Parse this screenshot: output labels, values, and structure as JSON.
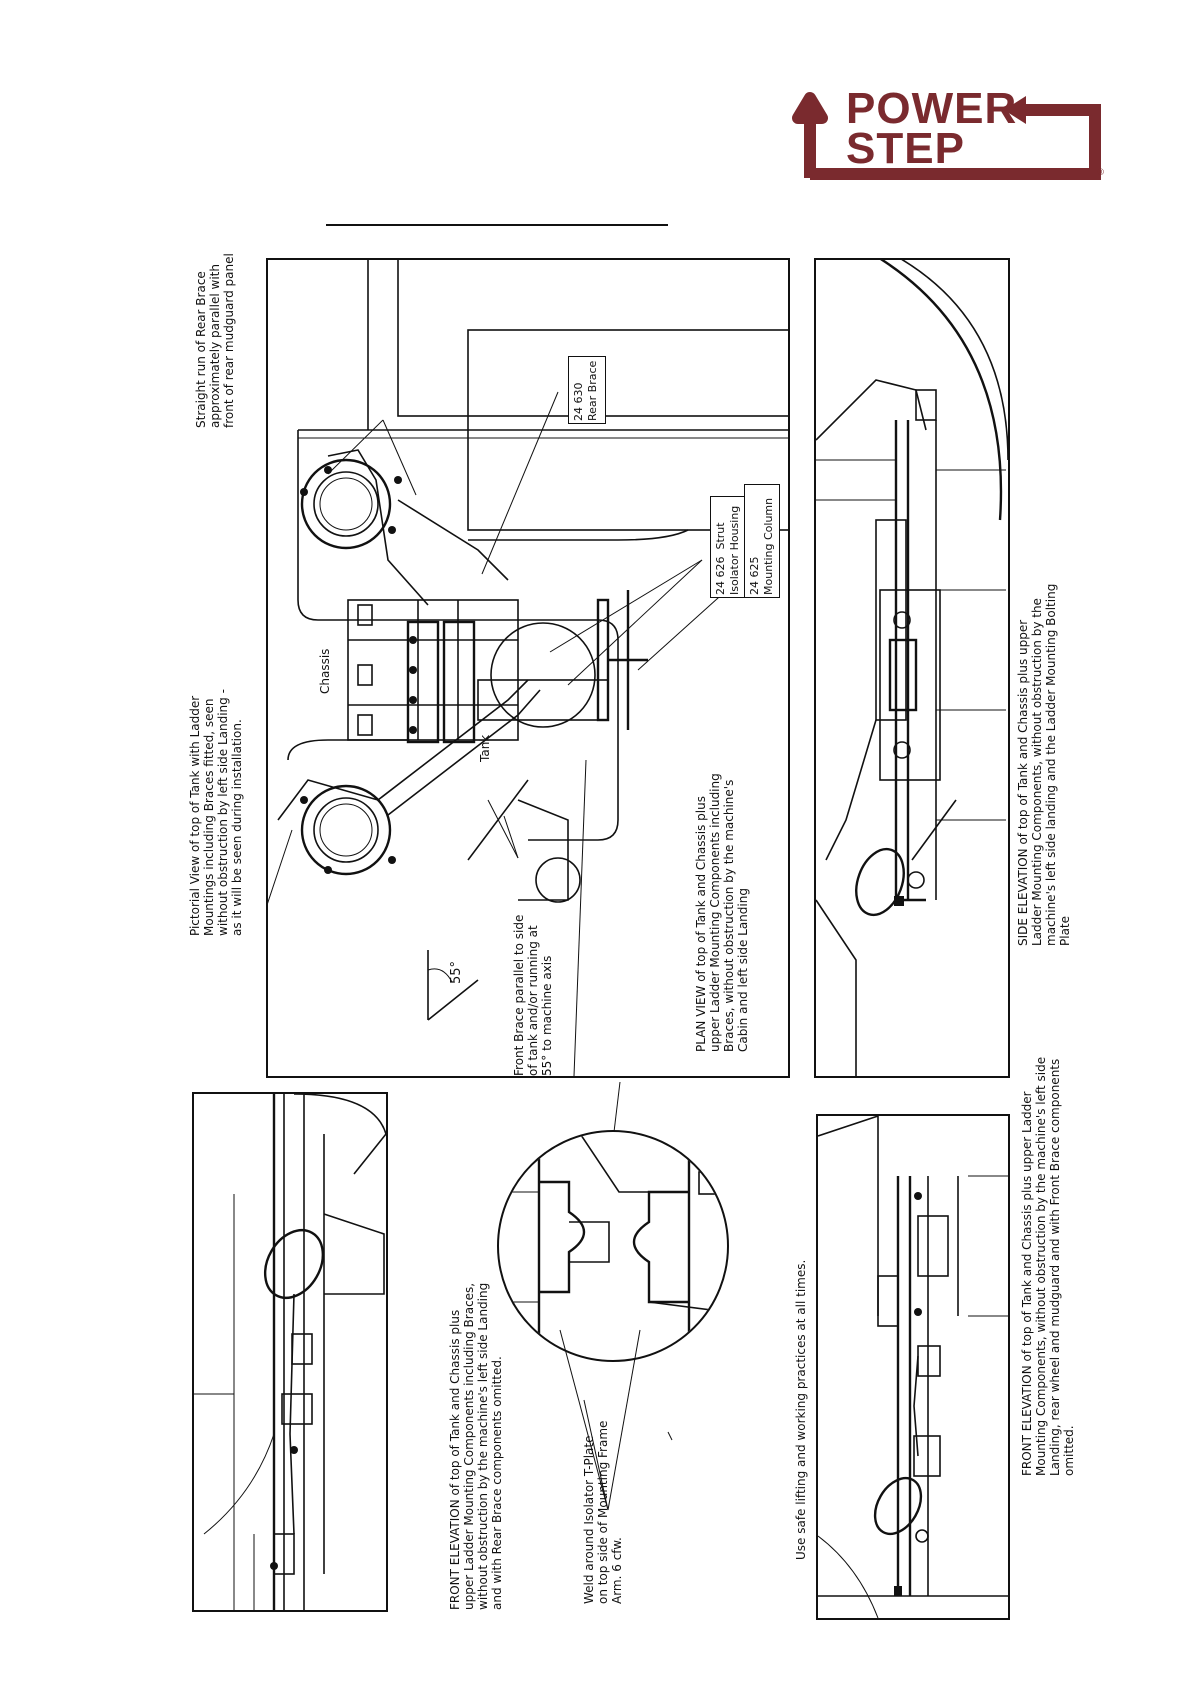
{
  "brand": {
    "line1": "POWER",
    "line2": "STEP",
    "registered": "®",
    "color": "#7a2a2e"
  },
  "views": {
    "pictorial": "Pictorial View of top of Tank with Ladder\nMountings including Braces fitted, seen\nwithout obstruction by left side Landing -\nas it will be seen during installation.",
    "rear_brace_note": "Straight run of Rear Brace\napproximately parallel with\nfront of rear mudguard panel",
    "front_brace_note": "Front Brace parallel to side\nof tank and/or running at\n55° to machine axis",
    "angle": "55°",
    "plan_view": "PLAN VIEW of top of Tank and Chassis plus\nupper Ladder Mounting Components including\nBraces, without obstruction by the machine's\nCabin and left side Landing",
    "side_elevation": "SIDE ELEVATION of top of Tank and Chassis plus upper\nLadder Mounting Components, without obstruction by the\nmachine's left side landing and the Ladder Mounting Bolting\nPlate",
    "front_elevation_left": "FRONT ELEVATION of top of Tank and Chassis plus\nupper Ladder Mounting Components including Braces,\nwithout obstruction by the machine's left side Landing\nand with Rear Brace components omitted.",
    "front_elevation_right": "FRONT ELEVATION of top of Tank and Chassis plus upper Ladder\nMounting Components, without obstruction by the machine's left side\nLanding, rear wheel and mudguard and with Front Brace components\nomitted.",
    "weld_note": "Weld around Isolator T-Plate\non top side of Mounting Frame\nArm. 6 cfw.",
    "safety": "Use safe lifting and working practices at all times."
  },
  "labels": {
    "chassis": "Chassis",
    "tank": "Tank",
    "rear_brace": "24 630\nRear Brace",
    "strut": "24 626  Strut\nIsolator Housing",
    "column": "24 625\nMounting Column"
  }
}
